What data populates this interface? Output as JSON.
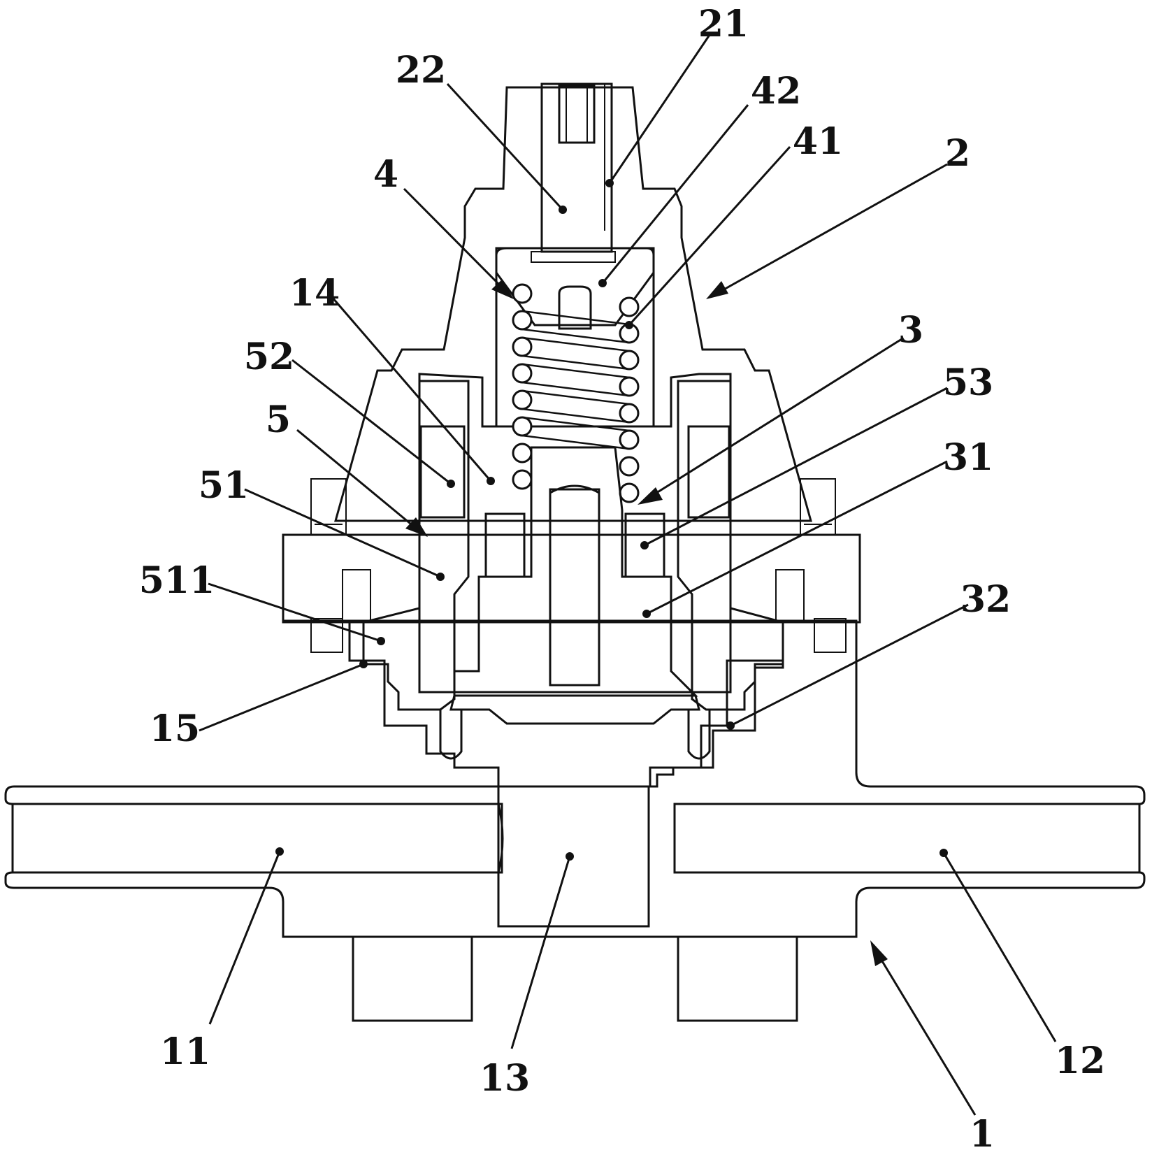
{
  "drawing": {
    "callouts": [
      {
        "id": "c21",
        "label": "21"
      },
      {
        "id": "c22",
        "label": "22"
      },
      {
        "id": "c42",
        "label": "42"
      },
      {
        "id": "c41",
        "label": "41"
      },
      {
        "id": "c4",
        "label": "4"
      },
      {
        "id": "c2",
        "label": "2"
      },
      {
        "id": "c14",
        "label": "14"
      },
      {
        "id": "c52",
        "label": "52"
      },
      {
        "id": "c3",
        "label": "3"
      },
      {
        "id": "c53",
        "label": "53"
      },
      {
        "id": "c5",
        "label": "5"
      },
      {
        "id": "c31",
        "label": "31"
      },
      {
        "id": "c51",
        "label": "51"
      },
      {
        "id": "c511",
        "label": "511"
      },
      {
        "id": "c32",
        "label": "32"
      },
      {
        "id": "c15",
        "label": "15"
      },
      {
        "id": "c11",
        "label": "11"
      },
      {
        "id": "c13",
        "label": "13"
      },
      {
        "id": "c12",
        "label": "12"
      },
      {
        "id": "c1",
        "label": "1"
      }
    ]
  }
}
